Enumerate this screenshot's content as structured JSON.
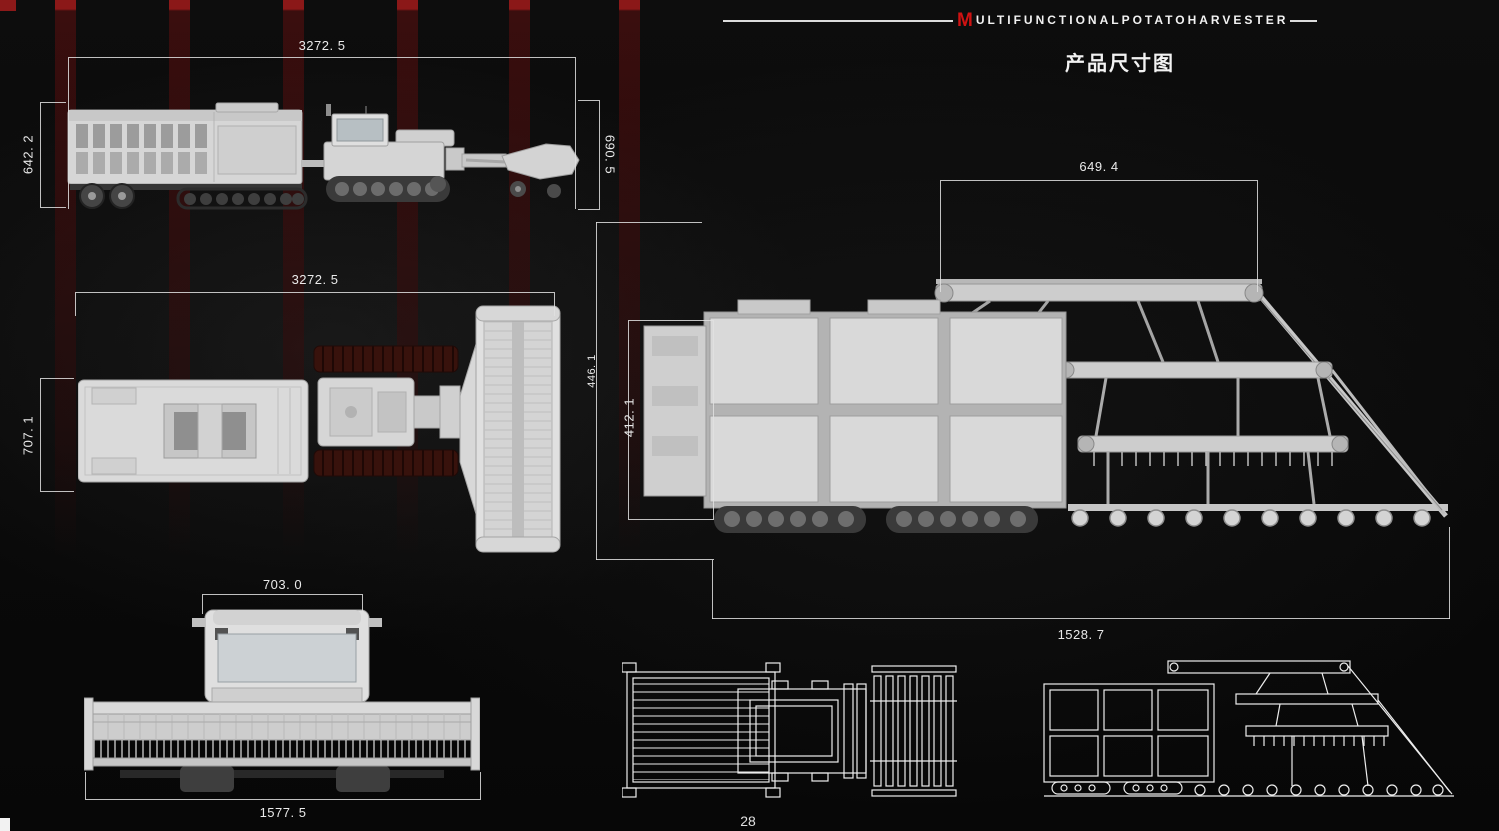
{
  "page": {
    "title_cn": "产品尺寸图",
    "page_number": "28",
    "accent_color": "#cf1212",
    "background": "#0a0a0a"
  },
  "header": {
    "brand_initial": "M",
    "brand_rest": "ULTIFUNCTIONALPOTATOHARVESTER"
  },
  "dimensions": {
    "side_view": {
      "length_top": "3272. 5",
      "height_left": "642. 2",
      "height_right": "690. 5"
    },
    "top_view": {
      "length_top": "3272. 5",
      "width_left": "707. 1"
    },
    "front_view": {
      "width_top": "703. 0",
      "width_bottom": "1577. 5"
    },
    "implement_view": {
      "length_top": "649. 4",
      "height_outer_left": "446. 1",
      "height_inner_left": "412. 1",
      "length_bottom": "1528. 7"
    }
  }
}
